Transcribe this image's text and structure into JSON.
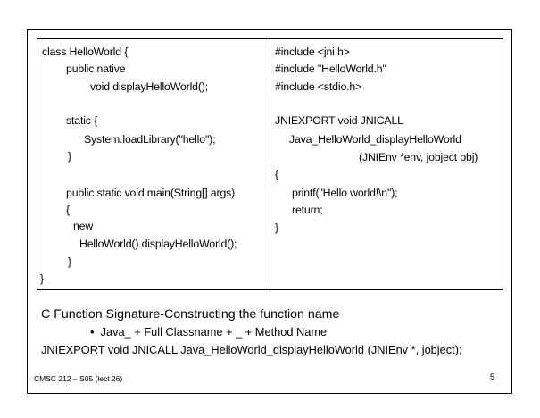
{
  "left_code": [
    "class HelloWorld {",
    "public native",
    "void displayHelloWorld();",
    "static {",
    "System.loadLibrary(\"hello\");",
    "}",
    "public static void main(String[] args)",
    "{",
    "new",
    "HelloWorld().displayHelloWorld();",
    "}",
    "}"
  ],
  "right_code": [
    "#include <jni.h>",
    "#include \"HelloWorld.h\"",
    "#include <stdio.h>",
    "JNIEXPORT void JNICALL",
    "Java_HelloWorld_displayHelloWorld",
    "(JNIEnv *env, jobject obj)",
    "{",
    "printf(\"Hello world!\\n\");",
    "return;",
    "}"
  ],
  "heading": "C Function Signature-Constructing the function name",
  "bullet": "•  Java_ + Full Classname + _ + Method Name",
  "signature": "JNIEXPORT void JNICALL Java_HelloWorld_displayHelloWorld (JNIEnv *, jobject);",
  "footer": {
    "course": "CMSC 212 – S05 (lect 26)",
    "page": "5"
  }
}
